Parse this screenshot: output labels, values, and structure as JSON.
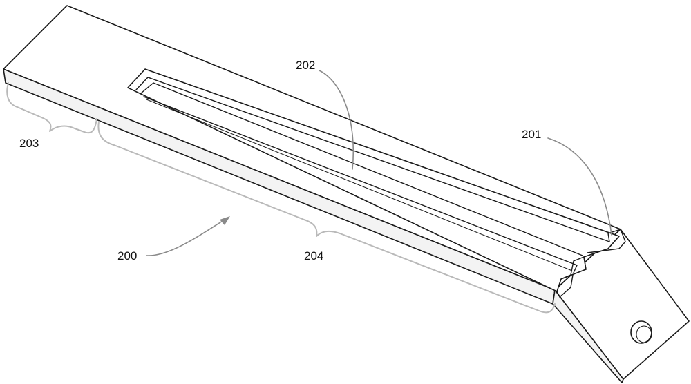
{
  "figure": {
    "labels": {
      "part_200": "200",
      "part_201": "201",
      "part_202": "202",
      "part_203": "203",
      "part_204": "204"
    },
    "colors": {
      "line": "#1a1a1a",
      "leader": "#8a8a8a",
      "brace": "#b9b9b9",
      "background": "#ffffff"
    }
  }
}
